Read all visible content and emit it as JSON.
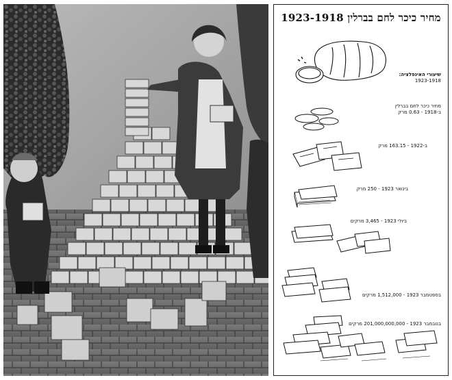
{
  "panel": {
    "title": "מחיר כיכר לחם בברלין 1923-1918",
    "rows": [
      {
        "id": "bread",
        "text": "שיעורי האינפלציה:",
        "sub": "1923-1918"
      },
      {
        "id": "coins",
        "text": "מחיר כיכר לחם בברלין",
        "sub": "ב-1918 - 0.63 מרק"
      },
      {
        "id": "y1922",
        "text": "ב-1922 - 163.15 מרק"
      },
      {
        "id": "jan1923",
        "text": "בינואר 1923 - 250 מרק"
      },
      {
        "id": "jul1923",
        "text": "ביולי 1923 - 3,465 מרקים"
      },
      {
        "id": "sep1923",
        "text": "בספטמבר 1923 - 1,512,000 מרקים"
      },
      {
        "id": "nov1923",
        "text": "בנובמבר 1923 - 201,000,000,000 מרקים"
      }
    ]
  }
}
